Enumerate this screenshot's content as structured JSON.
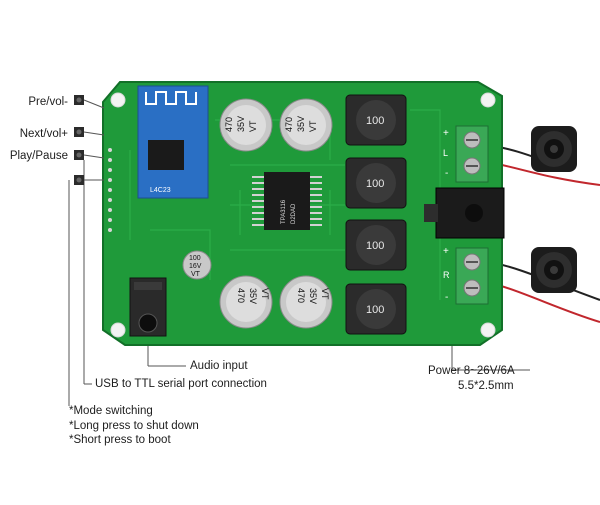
{
  "labels": {
    "prev": "Pre/vol-",
    "next": "Next/vol+",
    "play": "Play/Pause",
    "audio_input": "Audio input",
    "usb_ttl": "USB to TTL serial port connection",
    "power_line1": "Power 8~26V/6A",
    "power_line2": "5.5*2.5mm"
  },
  "notes": [
    "*Mode switching",
    "*Long press to shut down",
    "*Short press to boot"
  ],
  "board": {
    "capacitor_marking": [
      "470",
      "35V",
      "VT"
    ],
    "small_cap_marking": [
      "100",
      "16V",
      "VT"
    ],
    "inductor_marking": "100",
    "chip_marking": [
      "TPA3116",
      "D2DAD"
    ],
    "bt_module_marking": [
      "L4C23"
    ],
    "terminal_plus": "+",
    "terminal_minus": "-",
    "terminal_left": "L",
    "terminal_right": "R"
  },
  "colors": {
    "pcb": "#1f9a3a",
    "pcb_dark": "#15782c",
    "bt_module": "#2a6fc4",
    "terminal": "#3aa856",
    "inductor": "#2b2b2b",
    "capacitor": "#c8c8c8"
  }
}
